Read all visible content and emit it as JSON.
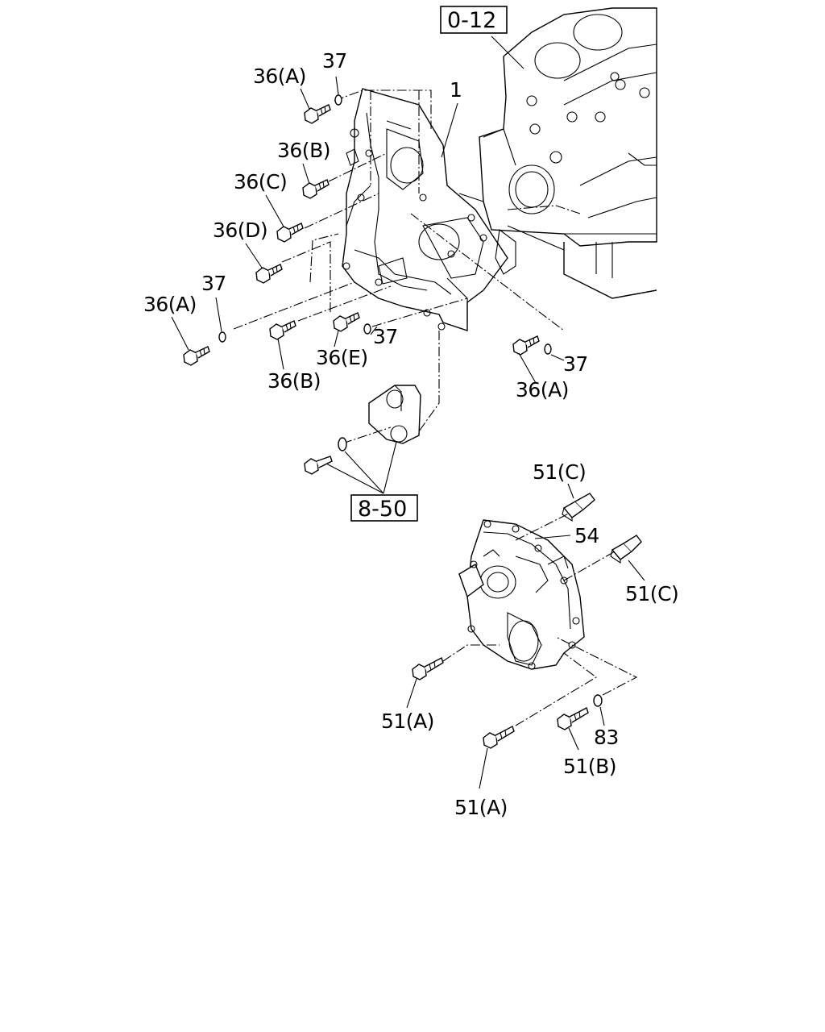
{
  "labels": {
    "l1": "1",
    "l36a_top": "36(A)",
    "l37_top": "37",
    "l36b_upper": "36(B)",
    "l36c": "36(C)",
    "l36d": "36(D)",
    "l36a_left": "36(A)",
    "l37_left": "37",
    "l37_mid": "37",
    "l36e": "36(E)",
    "l36b_lower": "36(B)",
    "l37_right": "37",
    "l36a_right": "36(A)",
    "l51c_top": "51(C)",
    "l54": "54",
    "l51c_right": "51(C)",
    "l51a_left": "51(A)",
    "l83": "83",
    "l51b": "51(B)",
    "l51a_bottom": "51(A)"
  },
  "refs": {
    "ref_0_12": "0-12",
    "ref_8_50": "8-50"
  }
}
